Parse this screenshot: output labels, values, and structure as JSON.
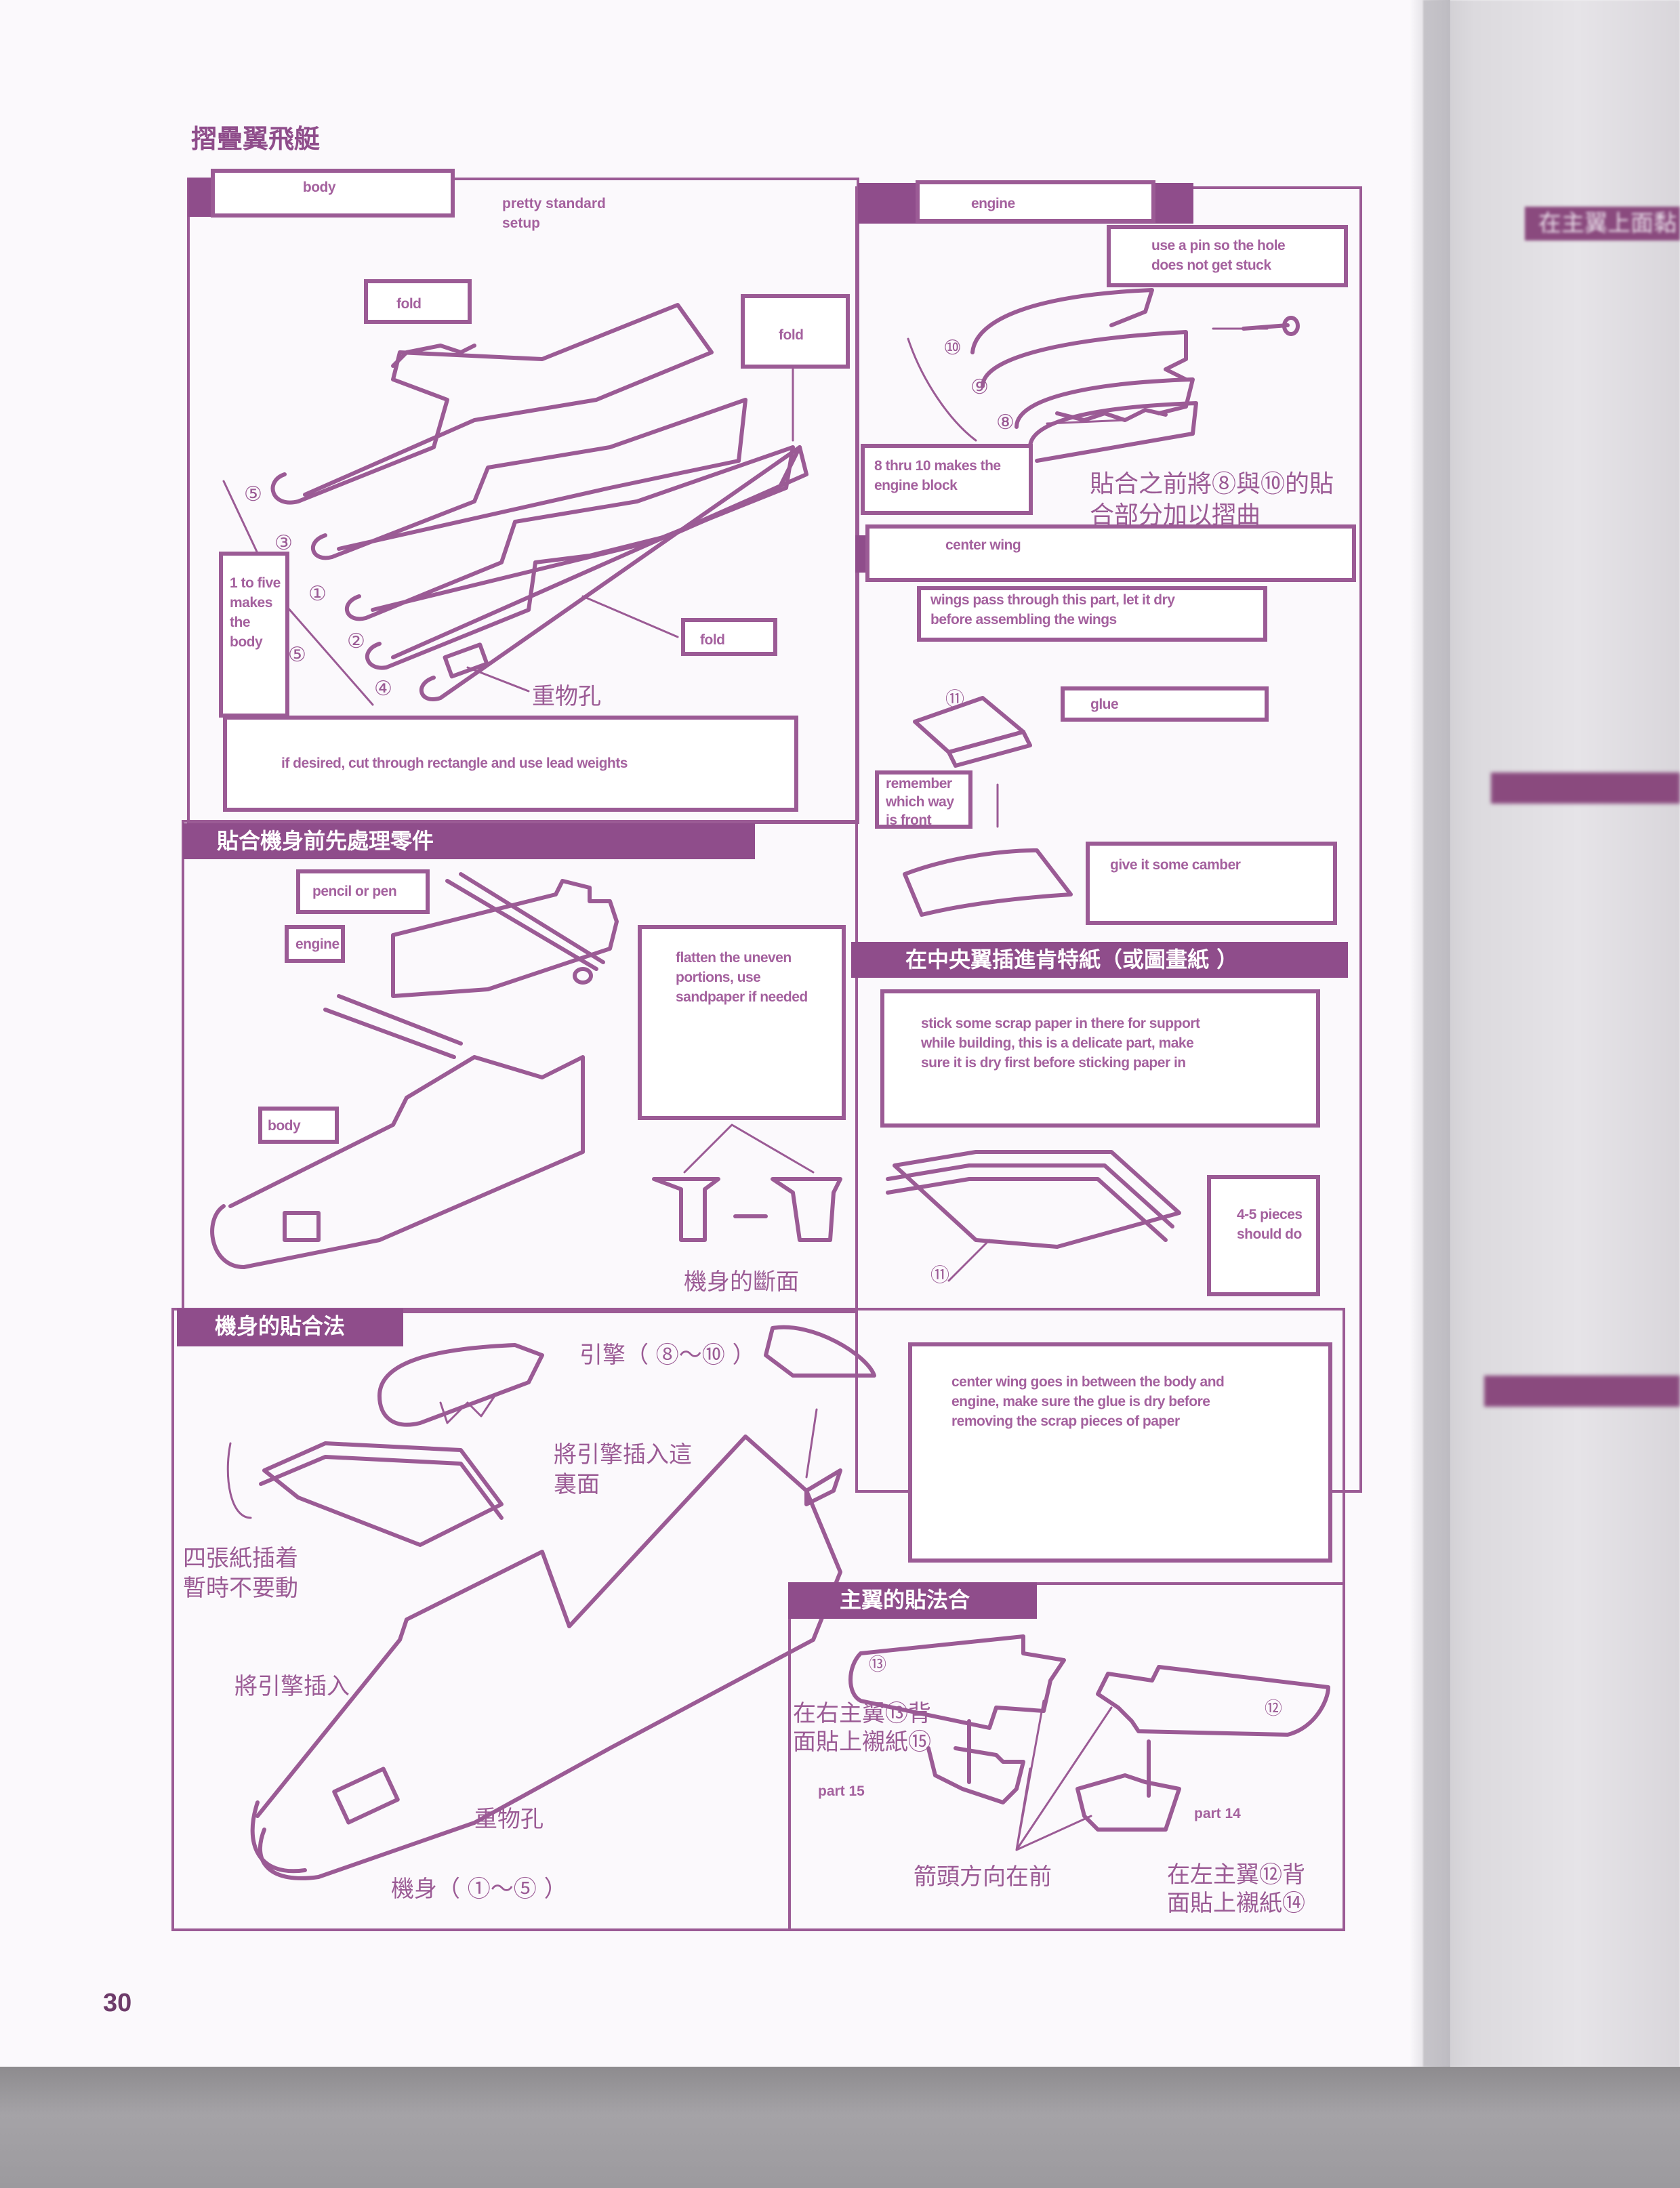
{
  "page": {
    "title": "摺疊翼飛艇",
    "page_number": "30"
  },
  "body_panel": {
    "label": "body",
    "note": [
      "pretty standard",
      "setup"
    ],
    "fold_label_1": "fold",
    "fold_label_2": "fold",
    "fold_label_3": "fold",
    "parts_note": [
      "1 to five",
      "makes",
      "the",
      "body"
    ],
    "weight_hole": "重物孔",
    "weights_note": "if desired, cut through rectangle and use lead weights",
    "part_numbers": [
      "⑤",
      "③",
      "①",
      "②",
      "④",
      "⑤"
    ]
  },
  "preprocess_panel": {
    "header": "貼合機身前先處理零件",
    "pencil_label": "pencil or pen",
    "engine_label": "engine",
    "body_label": "body",
    "flatten_note": [
      "flatten the uneven",
      "portions, use",
      "sandpaper if needed"
    ],
    "cross_section": "機身的斷面"
  },
  "engine_panel": {
    "label": "engine",
    "pin_note": [
      "use a pin so the hole",
      "does not get stuck"
    ],
    "block_note": [
      "8 thru 10 makes the",
      "engine block"
    ],
    "bend_note": [
      "貼合之前將⑧與⑩的貼",
      "合部分加以摺曲"
    ],
    "part_numbers": [
      "⑩",
      "⑨",
      "⑧"
    ]
  },
  "center_wing_panel": {
    "label": "center wing",
    "pass_note": [
      "wings pass through this part, let it dry",
      "before assembling the wings"
    ],
    "glue_label": "glue",
    "front_note": [
      "remember",
      "which way",
      "is front"
    ],
    "camber_note": "give it some camber",
    "part_number": "⑪"
  },
  "kent_paper_panel": {
    "header": "在中央翼插進肯特紙（或圖畫紙 ）",
    "support_note": [
      "stick some scrap paper in there for support",
      "while building, this is a delicate part, make",
      "sure it is dry first before sticking paper in"
    ],
    "pieces_note": [
      "4-5 pieces",
      "should do"
    ],
    "part_number": "⑪"
  },
  "assembly_panel": {
    "header": "機身的貼合法",
    "engine_caption": "引擎（ ⑧～⑩ ）",
    "insert_here": [
      "將引擎插入這",
      "裏面"
    ],
    "papers_note": [
      "四張紙插着",
      "暫時不要動"
    ],
    "insert_engine": "將引擎插入",
    "weight_hole": "重物孔",
    "fuselage_caption": "機身（ ①～⑤ ）",
    "center_wing_note": [
      "center wing goes in  between the body and",
      "engine, make sure the glue is dry before",
      "removing the scrap pieces of paper"
    ]
  },
  "main_wing_panel": {
    "header": "主翼的貼法合",
    "right_wing_note": [
      "在右主翼⑬背",
      "面貼上襯紙⑮"
    ],
    "left_wing_note": [
      "在左主翼⑫背",
      "面貼上襯紙⑭"
    ],
    "arrow_note": "箭頭方向在前",
    "part15": "part 15",
    "part14": "part 14",
    "wing13": "⑬",
    "wing12": "⑫"
  },
  "facing_page": {
    "header": "在主翼上面黏"
  },
  "colors": {
    "accent": "#9b5b95",
    "header_bg": "#8f4d8b",
    "paper": "#fbf9fc"
  }
}
